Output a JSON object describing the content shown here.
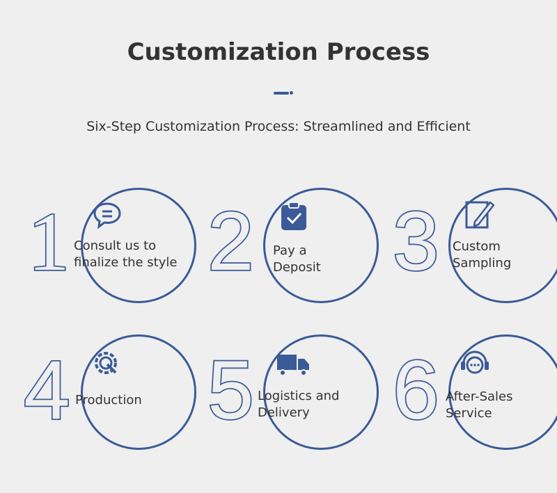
{
  "header": {
    "title": "Customization Process",
    "subtitle": "Six-Step Customization Process: Streamlined and Efficient"
  },
  "accent": "#3a5a98",
  "steps": [
    {
      "number": "1",
      "label": "Consult us to finalize the style",
      "icon": "chat-bubble-icon"
    },
    {
      "number": "2",
      "label": "Pay a Deposit",
      "icon": "clipboard-check-icon"
    },
    {
      "number": "3",
      "label": "Custom Sampling",
      "icon": "notepad-ruler-icon"
    },
    {
      "number": "4",
      "label": "Production",
      "icon": "gear-wrench-icon"
    },
    {
      "number": "5",
      "label": "Logistics and Delivery",
      "icon": "delivery-truck-icon"
    },
    {
      "number": "6",
      "label": "After-Sales Service",
      "icon": "headset-chat-icon"
    }
  ]
}
